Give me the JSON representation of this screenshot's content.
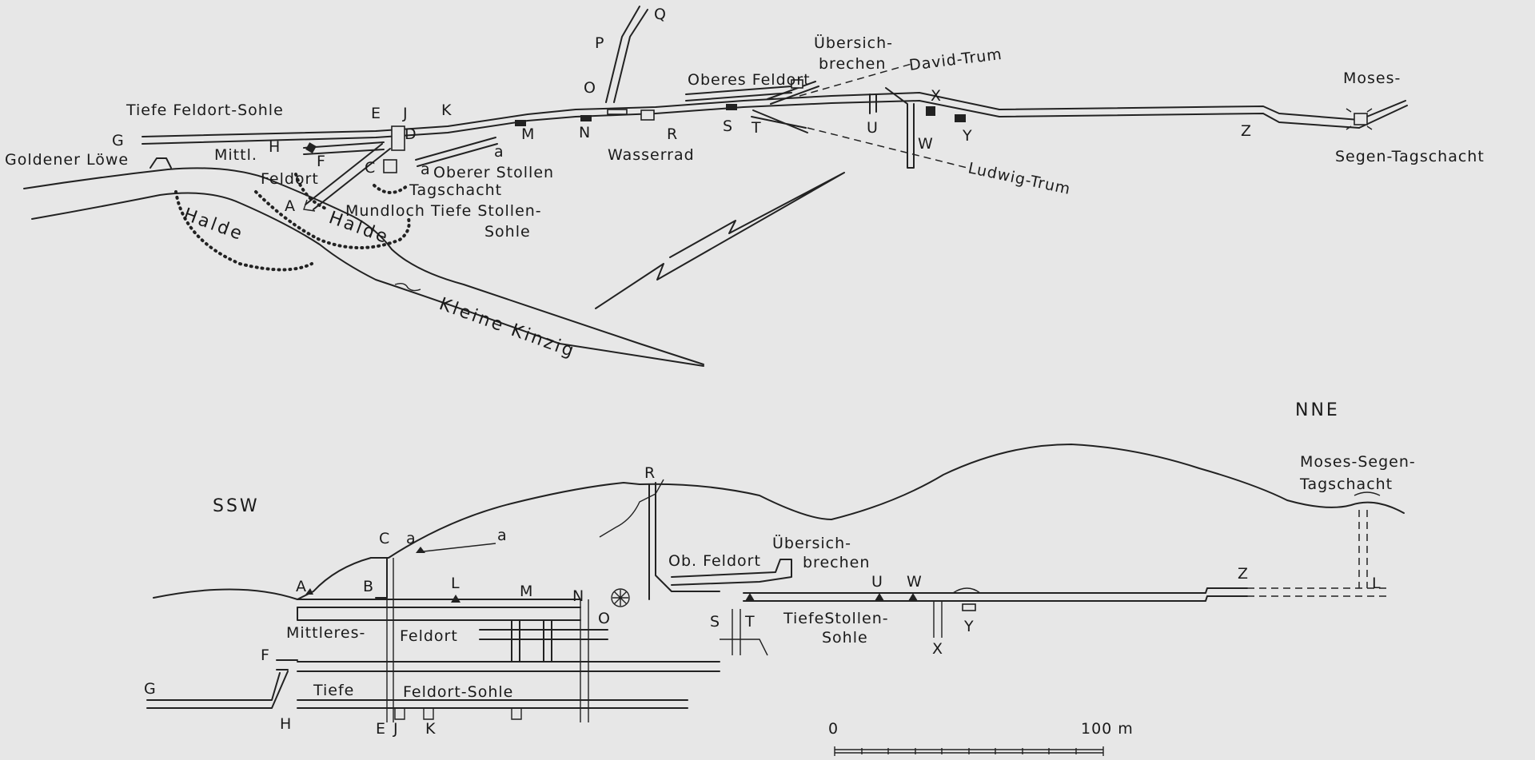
{
  "plan": {
    "tiefe_feldort_sohle": "Tiefe Feldort-Sohle",
    "goldener_loewe": "Goldener Löwe",
    "mittl": "Mittl.",
    "feldort": "Feldort",
    "oberer_stollen": "Oberer Stollen",
    "tagschacht": "Tagschacht",
    "mundloch": "Mundloch Tiefe Stollen-",
    "sohle": "Sohle",
    "halde1": "Halde",
    "halde2": "Halde",
    "kleine_kinzig": "Kleine Kinzig",
    "wasserrad": "Wasserrad",
    "oberes_feldort": "Oberes Feldort",
    "uebersich1": "Übersich-",
    "uebersich2": "brechen",
    "david_trum": "David-Trum",
    "ludwig_trum": "Ludwig-Trum",
    "moses": "Moses-",
    "segen_tagschacht": "Segen-Tagschacht",
    "letters": {
      "A": "A",
      "C": "C",
      "D": "D",
      "E": "E",
      "F": "F",
      "G": "G",
      "H": "H",
      "J": "J",
      "K": "K",
      "M": "M",
      "N": "N",
      "O": "O",
      "P": "P",
      "Q": "Q",
      "R": "R",
      "S": "S",
      "T": "T",
      "U": "U",
      "W": "W",
      "X": "X",
      "Y": "Y",
      "Z": "Z",
      "a1": "a",
      "a2": "a"
    }
  },
  "section": {
    "ssw": "SSW",
    "nne": "NNE",
    "moses_segen": "Moses-Segen-",
    "tagschacht": "Tagschacht",
    "uebersich1": "Übersich-",
    "uebersich2": "brechen",
    "ob_feldort": "Ob. Feldort",
    "mittleres": "Mittleres-",
    "feldort": "Feldort",
    "tiefe": "Tiefe",
    "feldort_sohle": "Feldort-Sohle",
    "tiefe_stollen": "TiefeStollen-",
    "sohle": "Sohle",
    "letters": {
      "A": "A",
      "B": "B",
      "C": "C",
      "a1": "a",
      "a2": "a",
      "L": "L",
      "M": "M",
      "N": "N",
      "O": "O",
      "R": "R",
      "S": "S",
      "T": "T",
      "U": "U",
      "W": "W",
      "X": "X",
      "Y": "Y",
      "Z": "Z",
      "F": "F",
      "G": "G",
      "H": "H",
      "E": "E",
      "J": "J",
      "K": "K",
      "L2": "L"
    }
  },
  "scale": {
    "zero": "0",
    "max": "100 m"
  }
}
